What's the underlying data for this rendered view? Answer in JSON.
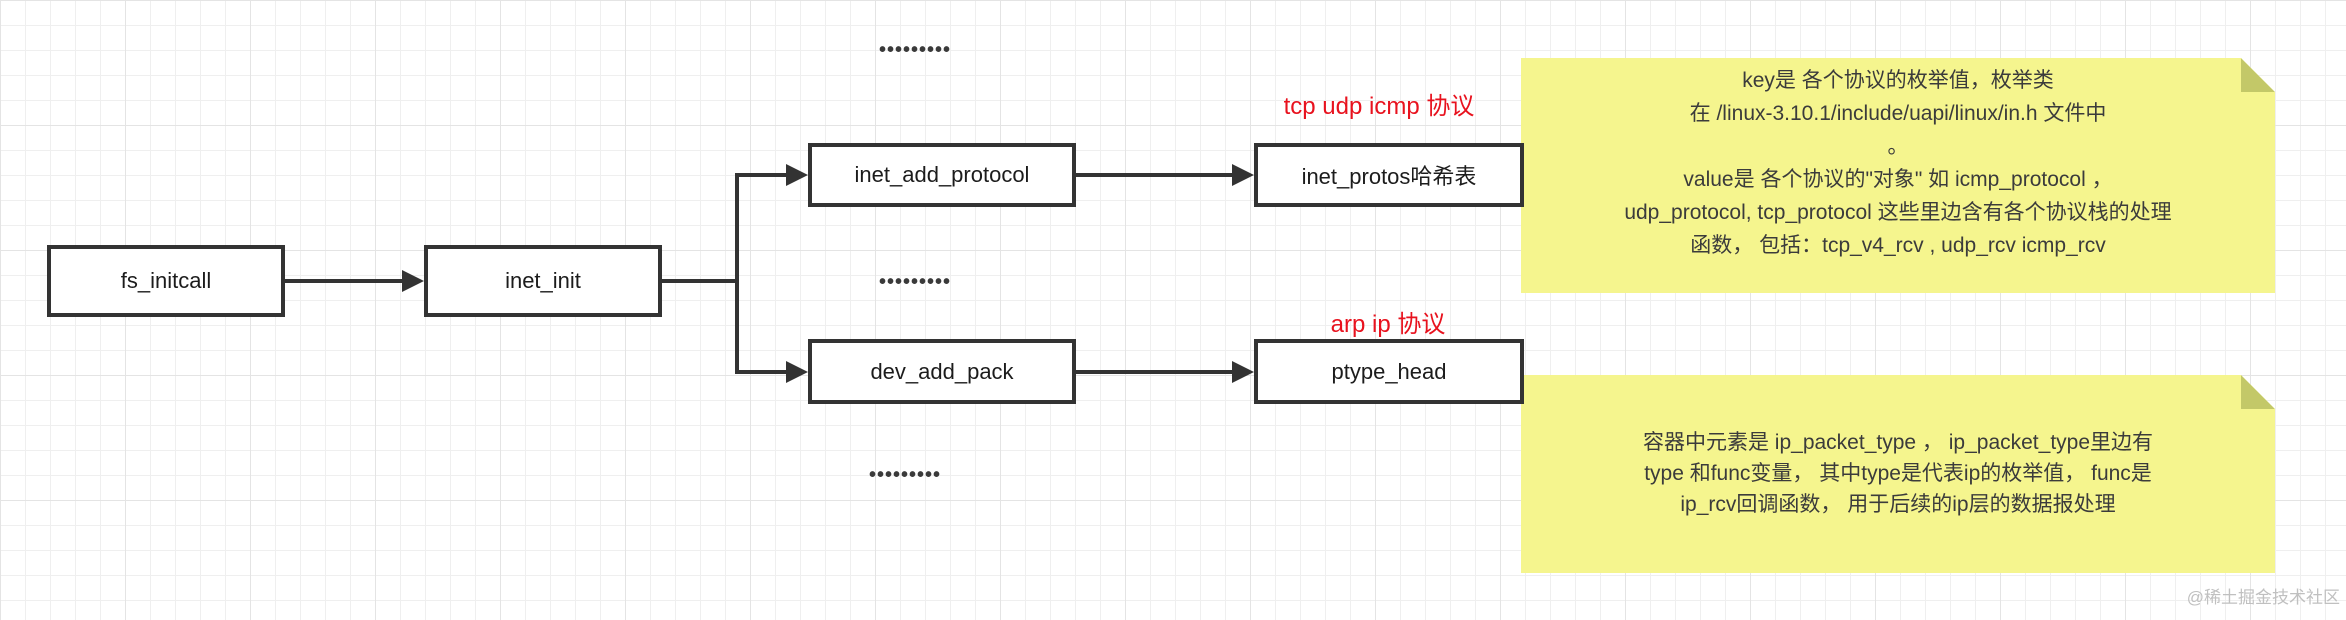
{
  "colors": {
    "stroke": "#333333",
    "red_label": "#e8121e",
    "note_fill": "#f5f58e",
    "note_fold": "#c3c868",
    "watermark_gray": "#c0c0c0"
  },
  "nodes": [
    {
      "label": "fs_initcall"
    },
    {
      "label": "inet_init"
    },
    {
      "label": "inet_add_protocol"
    },
    {
      "label": "dev_add_pack"
    },
    {
      "label": "inet_protos哈希表"
    },
    {
      "label": "ptype_head"
    }
  ],
  "red_labels": [
    {
      "text": "tcp udp icmp 协议"
    },
    {
      "text": "arp ip 协议"
    }
  ],
  "ellipsis": "•••••••••",
  "notes": [
    {
      "lines": [
        "key是 各个协议的枚举值，枚举类",
        "在 /linux-3.10.1/include/uapi/linux/in.h  文件中",
        "。",
        "value是 各个协议的\"对象\"  如 icmp_protocol ，",
        "udp_protocol, tcp_protocol  这些里边含有各个协议栈的处理",
        "函数，  包括：tcp_v4_rcv , udp_rcv  icmp_rcv"
      ]
    },
    {
      "lines": [
        "容器中元素是 ip_packet_type  ，  ip_packet_type里边有",
        "type 和func变量，  其中type是代表ip的枚举值，  func是",
        "ip_rcv回调函数，  用于后续的ip层的数据报处理"
      ]
    }
  ],
  "watermark": "@稀土掘金技术社区"
}
